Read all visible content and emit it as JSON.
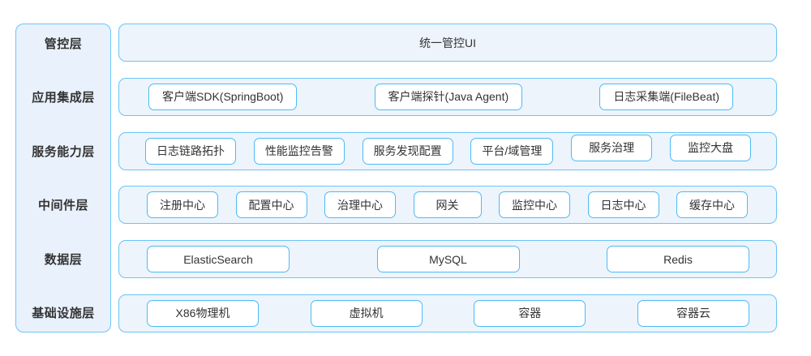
{
  "colors": {
    "container_border": "#69c5f6",
    "container_fill": "#edf4fc",
    "sidebar_fill": "#e9f1fc",
    "sidebar_border": "#6ac6f6",
    "box_border": "#4cbbf4",
    "box_fill": "#ffffff",
    "text": "#333333"
  },
  "sidebar": {
    "labels": [
      "管控层",
      "应用集成层",
      "服务能力层",
      "中间件层",
      "数据层",
      "基础设施层"
    ]
  },
  "rows": [
    {
      "layer": "管控层",
      "variant": "banner",
      "items": [
        "统一管控UI"
      ]
    },
    {
      "layer": "应用集成层",
      "variant": "boxes",
      "items": [
        "客户端SDK(SpringBoot)",
        "客户端探针(Java Agent)",
        "日志采集端(FileBeat)"
      ]
    },
    {
      "layer": "服务能力层",
      "variant": "boxes",
      "items": [
        "日志链路拓扑",
        "性能监控告警",
        "服务发现配置",
        "平台/域管理",
        "服务治理",
        "监控大盘"
      ]
    },
    {
      "layer": "中间件层",
      "variant": "boxes",
      "items": [
        "注册中心",
        "配置中心",
        "治理中心",
        "网关",
        "监控中心",
        "日志中心",
        "缓存中心"
      ]
    },
    {
      "layer": "数据层",
      "variant": "boxes",
      "items": [
        "ElasticSearch",
        "MySQL",
        "Redis"
      ]
    },
    {
      "layer": "基础设施层",
      "variant": "boxes",
      "items": [
        "X86物理机",
        "虚拟机",
        "容器",
        "容器云"
      ]
    }
  ]
}
